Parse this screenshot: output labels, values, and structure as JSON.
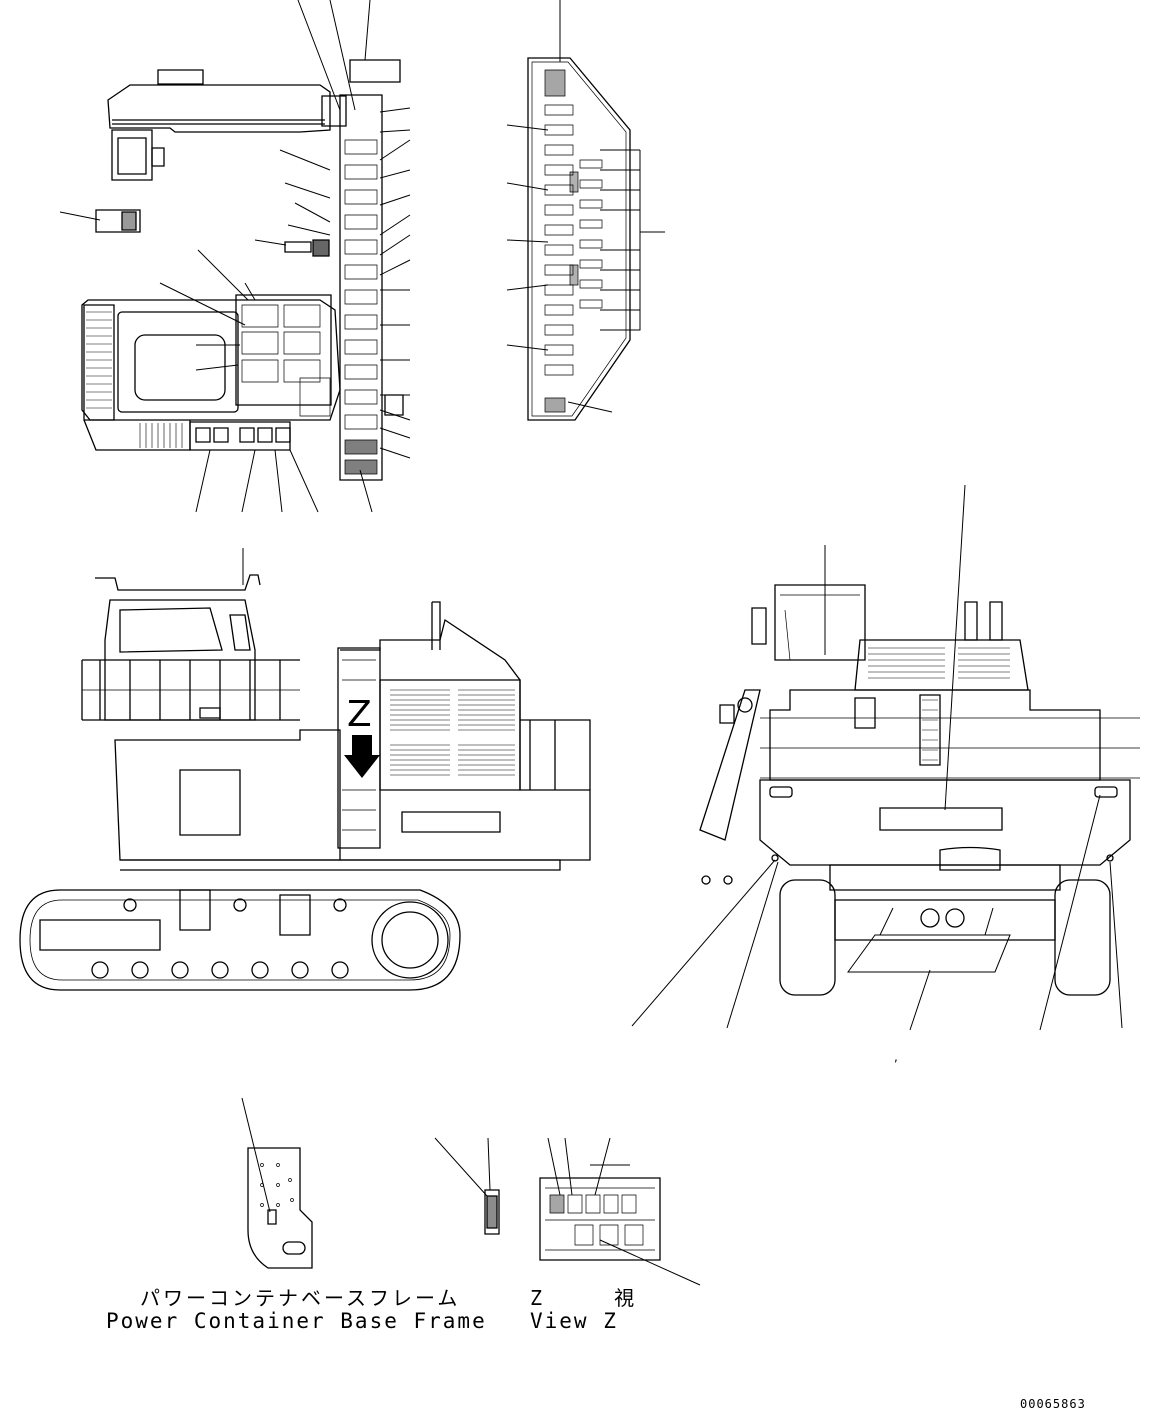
{
  "captions": {
    "power_container_jp": "パワーコンテナベースフレーム",
    "power_container_en": "Power Container Base Frame",
    "view_z_jp": "Z 視",
    "view_z_en": "View Z"
  },
  "view_marker": "Z",
  "drawing_number": "00065863",
  "tick_mark": ","
}
